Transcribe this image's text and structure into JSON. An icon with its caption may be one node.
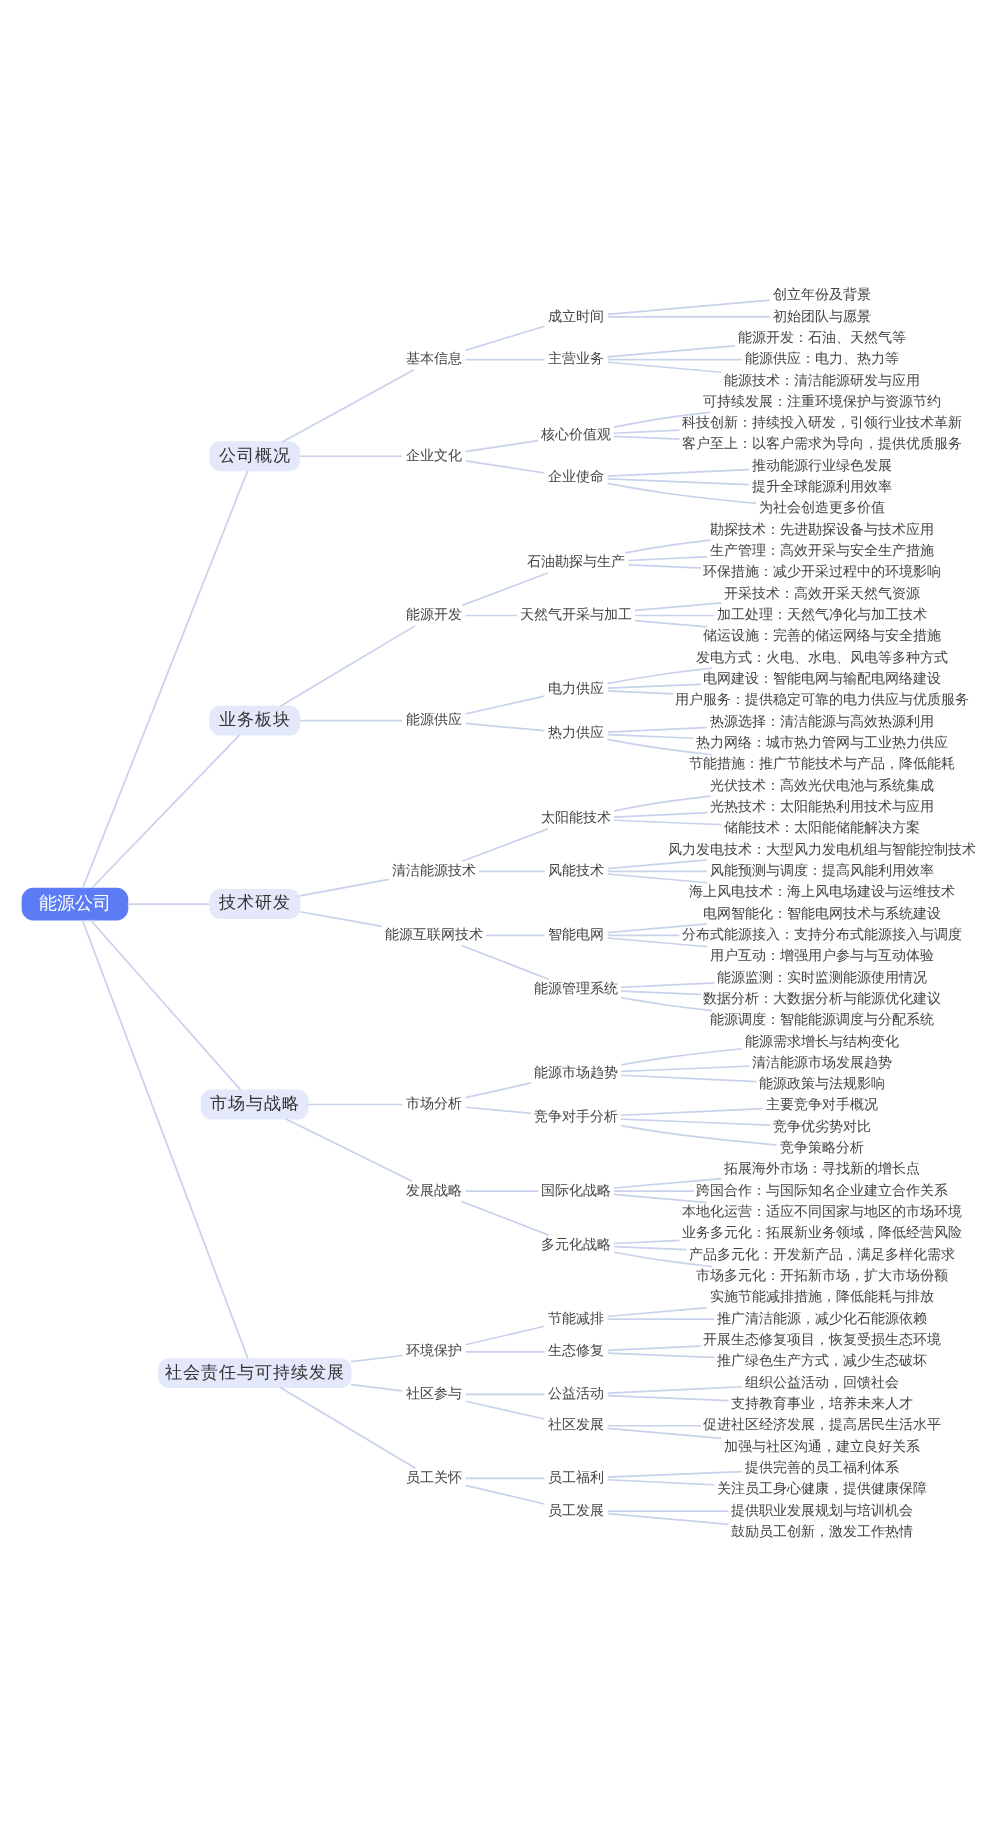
{
  "diagram": {
    "nodes": [
      {
        "text": [
          "能源公司"
        ]
      },
      {
        "text": [
          "公司概况"
        ]
      },
      {
        "text": [
          "基本信息"
        ]
      },
      {
        "text": [
          "成立时间"
        ]
      },
      {
        "text": [
          "创立年份及背景"
        ]
      },
      {
        "text": [
          "初始团队与愿景"
        ]
      },
      {
        "text": [
          "主营业务"
        ]
      },
      {
        "text": [
          "能源开发：石油、天然气等"
        ]
      },
      {
        "text": [
          "能源供应：电力、热力等"
        ]
      },
      {
        "text": [
          "能源技术：清洁能源研发与应用"
        ]
      },
      {
        "text": [
          "企业文化"
        ]
      },
      {
        "text": [
          "核心价值观"
        ]
      },
      {
        "text": [
          "可持续发展：注重环境保护与资源节约"
        ]
      },
      {
        "text": [
          "科技创新：持续投入研发，引领行业技术革新"
        ]
      },
      {
        "text": [
          "客户至上：以客户需求为导向，提供优质服务"
        ]
      },
      {
        "text": [
          "企业使命"
        ]
      },
      {
        "text": [
          "推动能源行业绿色发展"
        ]
      },
      {
        "text": [
          "提升全球能源利用效率"
        ]
      },
      {
        "text": [
          "为社会创造更多价值"
        ]
      },
      {
        "text": [
          "业务板块"
        ]
      },
      {
        "text": [
          "能源开发"
        ]
      },
      {
        "text": [
          "石油勘探与生产"
        ]
      },
      {
        "text": [
          "勘探技术：先进勘探设备与技术应用"
        ]
      },
      {
        "text": [
          "生产管理：高效开采与安全生产措施"
        ]
      },
      {
        "text": [
          "环保措施：减少开采过程中的环境影响"
        ]
      },
      {
        "text": [
          "天然气开采与加工"
        ]
      },
      {
        "text": [
          "开采技术：高效开采天然气资源"
        ]
      },
      {
        "text": [
          "加工处理：天然气净化与加工技术"
        ]
      },
      {
        "text": [
          "储运设施：完善的储运网络与安全措施"
        ]
      },
      {
        "text": [
          "能源供应"
        ]
      },
      {
        "text": [
          "电力供应"
        ]
      },
      {
        "text": [
          "发电方式：火电、水电、风电等多种方式"
        ]
      },
      {
        "text": [
          "电网建设：智能电网与输配电网络建设"
        ]
      },
      {
        "text": [
          "用户服务：提供稳定可靠的电力供应与优质服务"
        ]
      },
      {
        "text": [
          "热力供应"
        ]
      },
      {
        "text": [
          "热源选择：清洁能源与高效热源利用"
        ]
      },
      {
        "text": [
          "热力网络：城市热力管网与工业热力供应"
        ]
      },
      {
        "text": [
          "节能措施：推广节能技术与产品，降低能耗"
        ]
      },
      {
        "text": [
          "技术研发"
        ]
      },
      {
        "text": [
          "清洁能源技术"
        ]
      },
      {
        "text": [
          "太阳能技术"
        ]
      },
      {
        "text": [
          "光伏技术：高效光伏电池与系统集成"
        ]
      },
      {
        "text": [
          "光热技术：太阳能热利用技术与应用"
        ]
      },
      {
        "text": [
          "储能技术：太阳能储能解决方案"
        ]
      },
      {
        "text": [
          "风能技术"
        ]
      },
      {
        "text": [
          "风力发电技术：大型风力发电机组与智能控制技术"
        ]
      },
      {
        "text": [
          "风能预测与调度：提高风能利用效率"
        ]
      },
      {
        "text": [
          "海上风电技术：海上风电场建设与运维技术"
        ]
      },
      {
        "text": [
          "能源互联网技术"
        ]
      },
      {
        "text": [
          "智能电网"
        ]
      },
      {
        "text": [
          "电网智能化：智能电网技术与系统建设"
        ]
      },
      {
        "text": [
          "分布式能源接入：支持分布式能源接入与调度"
        ]
      },
      {
        "text": [
          "用户互动：增强用户参与与互动体验"
        ]
      },
      {
        "text": [
          "能源管理系统"
        ]
      },
      {
        "text": [
          "能源监测：实时监测能源使用情况"
        ]
      },
      {
        "text": [
          "数据分析：大数据分析与能源优化建议"
        ]
      },
      {
        "text": [
          "能源调度：智能能源调度与分配系统"
        ]
      },
      {
        "text": [
          "市场与战略"
        ]
      },
      {
        "text": [
          "市场分析"
        ]
      },
      {
        "text": [
          "能源市场趋势"
        ]
      },
      {
        "text": [
          "能源需求增长与结构变化"
        ]
      },
      {
        "text": [
          "清洁能源市场发展趋势"
        ]
      },
      {
        "text": [
          "能源政策与法规影响"
        ]
      },
      {
        "text": [
          "竞争对手分析"
        ]
      },
      {
        "text": [
          "主要竞争对手概况"
        ]
      },
      {
        "text": [
          "竞争优劣势对比"
        ]
      },
      {
        "text": [
          "竞争策略分析"
        ]
      },
      {
        "text": [
          "发展战略"
        ]
      },
      {
        "text": [
          "国际化战略"
        ]
      },
      {
        "text": [
          "拓展海外市场：寻找新的增长点"
        ]
      },
      {
        "text": [
          "跨国合作：与国际知名企业建立合作关系"
        ]
      },
      {
        "text": [
          "本地化运营：适应不同国家与地区的市场环境"
        ]
      },
      {
        "text": [
          "多元化战略"
        ]
      },
      {
        "text": [
          "业务多元化：拓展新业务领域，降低经营风险"
        ]
      },
      {
        "text": [
          "产品多元化：开发新产品，满足多样化需求"
        ]
      },
      {
        "text": [
          "市场多元化：开拓新市场，扩大市场份额"
        ]
      },
      {
        "text": [
          "社会责任与可持续发展"
        ]
      },
      {
        "text": [
          "环境保护"
        ]
      },
      {
        "text": [
          "节能减排"
        ]
      },
      {
        "text": [
          "实施节能减排措施，降低能耗与排放"
        ]
      },
      {
        "text": [
          "推广清洁能源，减少化石能源依赖"
        ]
      },
      {
        "text": [
          "生态修复"
        ]
      },
      {
        "text": [
          "开展生态修复项目，恢复受损生态环境"
        ]
      },
      {
        "text": [
          "推广绿色生产方式，减少生态破坏"
        ]
      },
      {
        "text": [
          "社区参与"
        ]
      },
      {
        "text": [
          "公益活动"
        ]
      },
      {
        "text": [
          "组织公益活动，回馈社会"
        ]
      },
      {
        "text": [
          "支持教育事业，培养未来人才"
        ]
      },
      {
        "text": [
          "社区发展"
        ]
      },
      {
        "text": [
          "促进社区经济发展，提高居民生活水平"
        ]
      },
      {
        "text": [
          "加强与社区沟通，建立良好关系"
        ]
      },
      {
        "text": [
          "员工关怀"
        ]
      },
      {
        "text": [
          "员工福利"
        ]
      },
      {
        "text": [
          "提供完善的员工福利体系"
        ]
      },
      {
        "text": [
          "关注员工身心健康，提供健康保障"
        ]
      },
      {
        "text": [
          "员工发展"
        ]
      },
      {
        "text": [
          "提供职业发展规划与培训机会"
        ]
      },
      {
        "text": [
          "鼓励员工创新，激发工作热情"
        ]
      }
    ],
    "edges": [
      {
        "from": 0,
        "to": 1,
        "arrow": "none"
      },
      {
        "from": 1,
        "to": 2,
        "arrow": "none"
      },
      {
        "from": 2,
        "to": 3,
        "arrow": "none"
      },
      {
        "from": 3,
        "to": 4,
        "arrow": "none"
      },
      {
        "from": 3,
        "to": 5,
        "arrow": "none"
      },
      {
        "from": 2,
        "to": 6,
        "arrow": "none"
      },
      {
        "from": 6,
        "to": 7,
        "arrow": "none"
      },
      {
        "from": 6,
        "to": 8,
        "arrow": "none"
      },
      {
        "from": 6,
        "to": 9,
        "arrow": "none"
      },
      {
        "from": 1,
        "to": 10,
        "arrow": "none"
      },
      {
        "from": 10,
        "to": 11,
        "arrow": "none"
      },
      {
        "from": 11,
        "to": 12,
        "arrow": "none"
      },
      {
        "from": 11,
        "to": 13,
        "arrow": "none"
      },
      {
        "from": 11,
        "to": 14,
        "arrow": "none"
      },
      {
        "from": 10,
        "to": 15,
        "arrow": "none"
      },
      {
        "from": 15,
        "to": 16,
        "arrow": "none"
      },
      {
        "from": 15,
        "to": 17,
        "arrow": "none"
      },
      {
        "from": 15,
        "to": 18,
        "arrow": "none"
      },
      {
        "from": 0,
        "to": 19,
        "arrow": "none"
      },
      {
        "from": 19,
        "to": 20,
        "arrow": "none"
      },
      {
        "from": 20,
        "to": 21,
        "arrow": "none"
      },
      {
        "from": 21,
        "to": 22,
        "arrow": "none"
      },
      {
        "from": 21,
        "to": 23,
        "arrow": "none"
      },
      {
        "from": 21,
        "to": 24,
        "arrow": "none"
      },
      {
        "from": 20,
        "to": 25,
        "arrow": "none"
      },
      {
        "from": 25,
        "to": 26,
        "arrow": "none"
      },
      {
        "from": 25,
        "to": 27,
        "arrow": "none"
      },
      {
        "from": 25,
        "to": 28,
        "arrow": "none"
      },
      {
        "from": 19,
        "to": 29,
        "arrow": "none"
      },
      {
        "from": 29,
        "to": 30,
        "arrow": "none"
      },
      {
        "from": 30,
        "to": 31,
        "arrow": "none"
      },
      {
        "from": 30,
        "to": 32,
        "arrow": "none"
      },
      {
        "from": 30,
        "to": 33,
        "arrow": "none"
      },
      {
        "from": 29,
        "to": 34,
        "arrow": "none"
      },
      {
        "from": 34,
        "to": 35,
        "arrow": "none"
      },
      {
        "from": 34,
        "to": 36,
        "arrow": "none"
      },
      {
        "from": 34,
        "to": 37,
        "arrow": "none"
      },
      {
        "from": 0,
        "to": 38,
        "arrow": "none"
      },
      {
        "from": 38,
        "to": 39,
        "arrow": "none"
      },
      {
        "from": 39,
        "to": 40,
        "arrow": "none"
      },
      {
        "from": 40,
        "to": 41,
        "arrow": "none"
      },
      {
        "from": 40,
        "to": 42,
        "arrow": "none"
      },
      {
        "from": 40,
        "to": 43,
        "arrow": "none"
      },
      {
        "from": 39,
        "to": 44,
        "arrow": "none"
      },
      {
        "from": 44,
        "to": 45,
        "arrow": "none"
      },
      {
        "from": 44,
        "to": 46,
        "arrow": "none"
      },
      {
        "from": 44,
        "to": 47,
        "arrow": "none"
      },
      {
        "from": 38,
        "to": 48,
        "arrow": "none"
      },
      {
        "from": 48,
        "to": 49,
        "arrow": "none"
      },
      {
        "from": 49,
        "to": 50,
        "arrow": "none"
      },
      {
        "from": 49,
        "to": 51,
        "arrow": "none"
      },
      {
        "from": 49,
        "to": 52,
        "arrow": "none"
      },
      {
        "from": 48,
        "to": 53,
        "arrow": "none"
      },
      {
        "from": 53,
        "to": 54,
        "arrow": "none"
      },
      {
        "from": 53,
        "to": 55,
        "arrow": "none"
      },
      {
        "from": 53,
        "to": 56,
        "arrow": "none"
      },
      {
        "from": 0,
        "to": 57,
        "arrow": "none"
      },
      {
        "from": 57,
        "to": 58,
        "arrow": "none"
      },
      {
        "from": 58,
        "to": 59,
        "arrow": "none"
      },
      {
        "from": 59,
        "to": 60,
        "arrow": "none"
      },
      {
        "from": 59,
        "to": 61,
        "arrow": "none"
      },
      {
        "from": 59,
        "to": 62,
        "arrow": "none"
      },
      {
        "from": 58,
        "to": 63,
        "arrow": "none"
      },
      {
        "from": 63,
        "to": 64,
        "arrow": "none"
      },
      {
        "from": 63,
        "to": 65,
        "arrow": "none"
      },
      {
        "from": 63,
        "to": 66,
        "arrow": "none"
      },
      {
        "from": 57,
        "to": 67,
        "arrow": "none"
      },
      {
        "from": 67,
        "to": 68,
        "arrow": "none"
      },
      {
        "from": 68,
        "to": 69,
        "arrow": "none"
      },
      {
        "from": 68,
        "to": 70,
        "arrow": "none"
      },
      {
        "from": 68,
        "to": 71,
        "arrow": "none"
      },
      {
        "from": 67,
        "to": 72,
        "arrow": "none"
      },
      {
        "from": 72,
        "to": 73,
        "arrow": "none"
      },
      {
        "from": 72,
        "to": 74,
        "arrow": "none"
      },
      {
        "from": 72,
        "to": 75,
        "arrow": "none"
      },
      {
        "from": 0,
        "to": 76,
        "arrow": "none"
      },
      {
        "from": 76,
        "to": 77,
        "arrow": "none"
      },
      {
        "from": 77,
        "to": 78,
        "arrow": "none"
      },
      {
        "from": 78,
        "to": 79,
        "arrow": "none"
      },
      {
        "from": 78,
        "to": 80,
        "arrow": "none"
      },
      {
        "from": 77,
        "to": 81,
        "arrow": "none"
      },
      {
        "from": 81,
        "to": 82,
        "arrow": "none"
      },
      {
        "from": 81,
        "to": 83,
        "arrow": "none"
      },
      {
        "from": 76,
        "to": 84,
        "arrow": "none"
      },
      {
        "from": 84,
        "to": 85,
        "arrow": "none"
      },
      {
        "from": 85,
        "to": 86,
        "arrow": "none"
      },
      {
        "from": 85,
        "to": 87,
        "arrow": "none"
      },
      {
        "from": 84,
        "to": 88,
        "arrow": "none"
      },
      {
        "from": 88,
        "to": 89,
        "arrow": "none"
      },
      {
        "from": 88,
        "to": 90,
        "arrow": "none"
      },
      {
        "from": 76,
        "to": 91,
        "arrow": "none"
      },
      {
        "from": 91,
        "to": 92,
        "arrow": "none"
      },
      {
        "from": 92,
        "to": 93,
        "arrow": "none"
      },
      {
        "from": 92,
        "to": 94,
        "arrow": "none"
      },
      {
        "from": 91,
        "to": 95,
        "arrow": "none"
      },
      {
        "from": 95,
        "to": 96,
        "arrow": "none"
      },
      {
        "from": 95,
        "to": 97,
        "arrow": "none"
      }
    ]
  }
}
